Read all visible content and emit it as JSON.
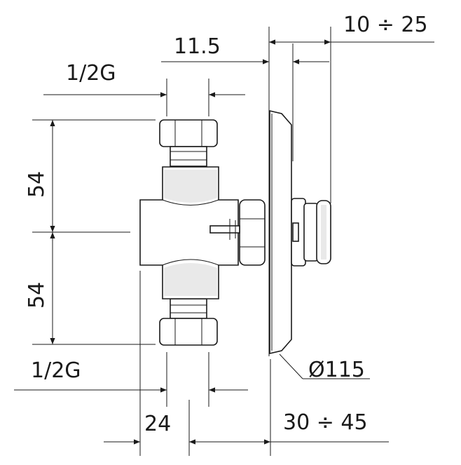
{
  "dimensions": {
    "top_right_range": "10 ÷ 25",
    "top_offset": "11.5",
    "upper_thread": "1/2G",
    "upper_height": "54",
    "lower_height": "54",
    "lower_thread": "1/2G",
    "plate_diameter": "Ø115",
    "bottom_offset": "24",
    "bottom_range": "30 ÷ 45"
  },
  "colors": {
    "line": "#1a1a1a",
    "background": "#ffffff"
  }
}
